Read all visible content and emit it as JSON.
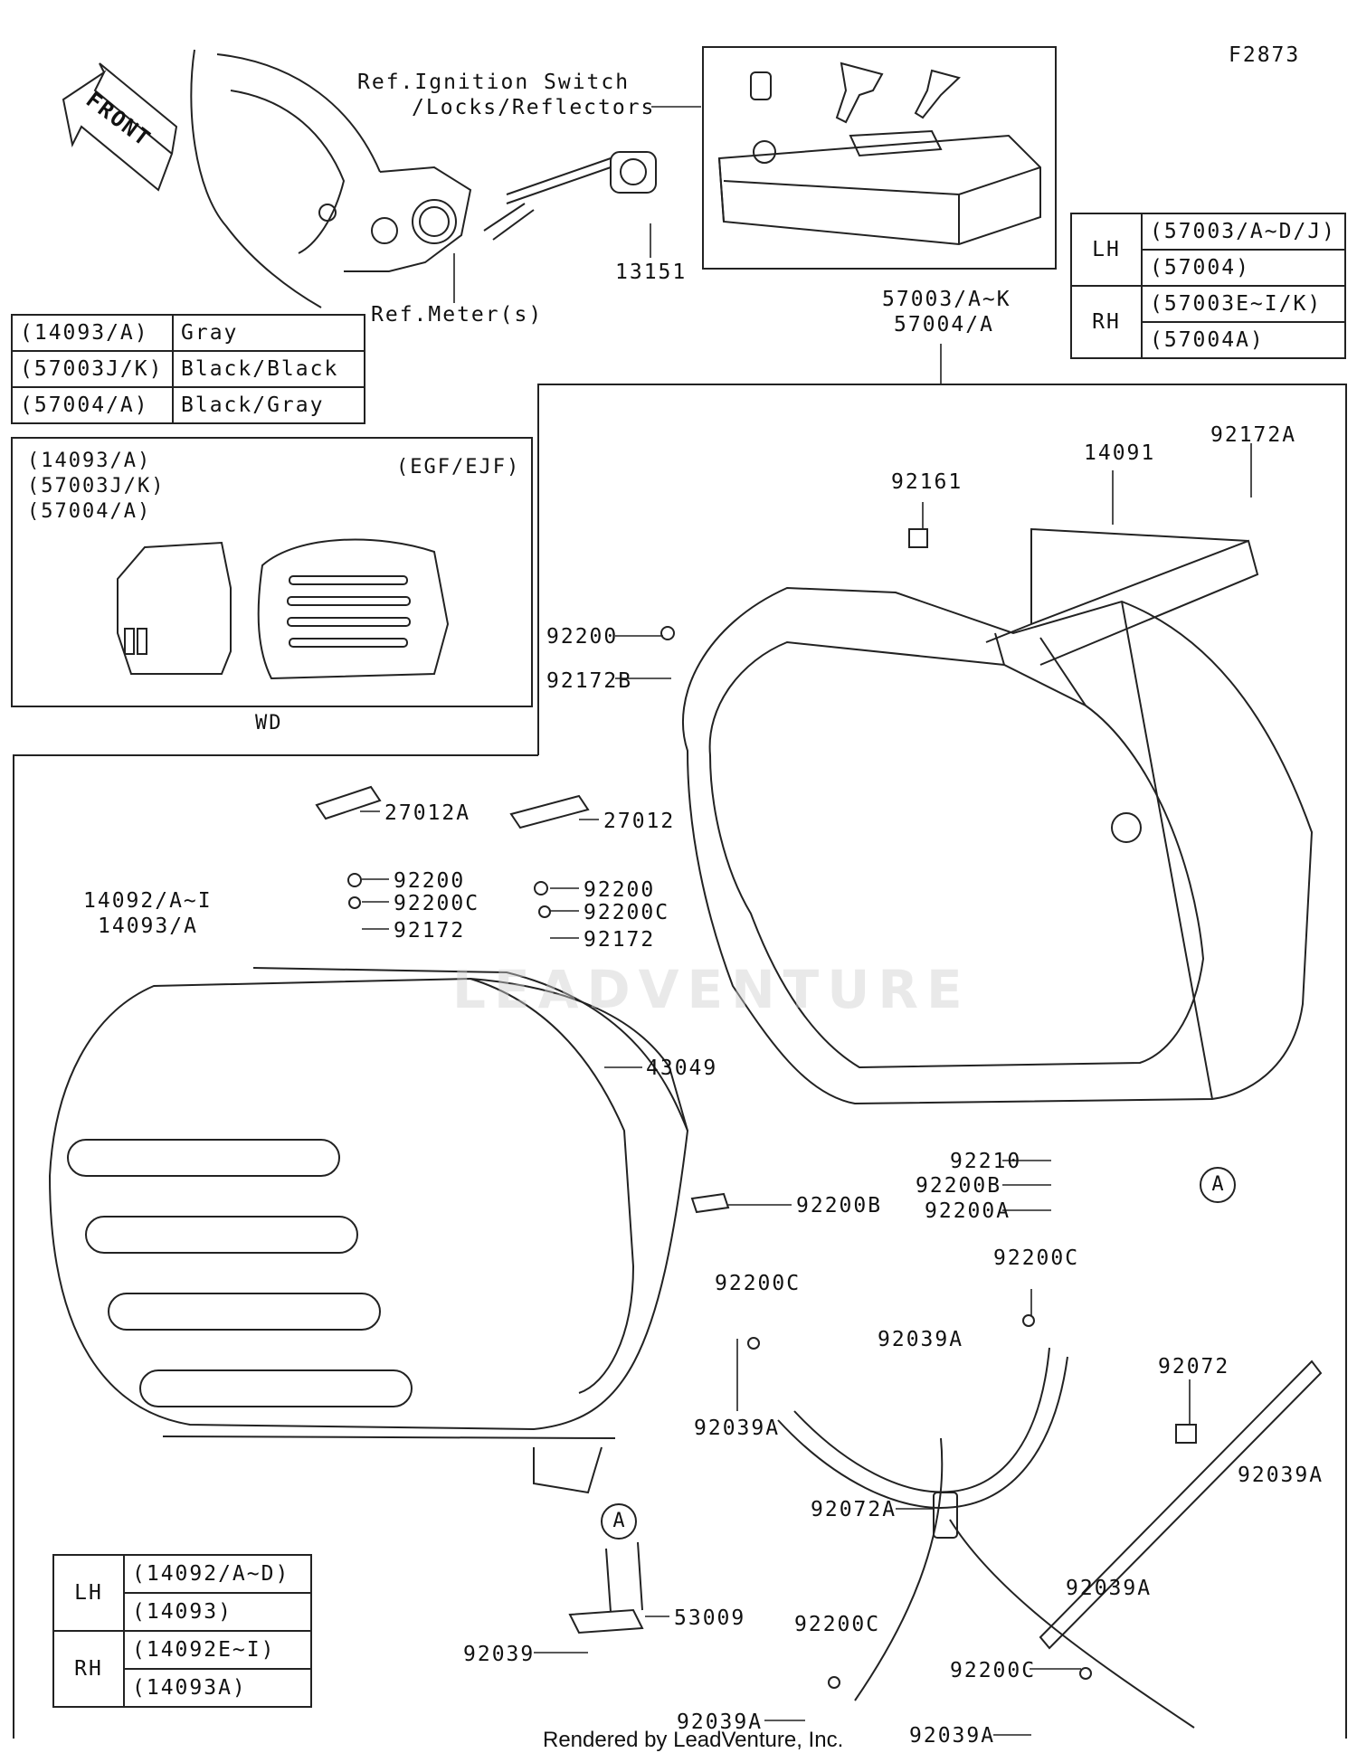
{
  "fig_code": "F2873",
  "footer": "Rendered by LeadVenture, Inc.",
  "watermark": "LEADVENTURE",
  "front_arrow": "FRONT",
  "refs": {
    "ignition": [
      "Ref.Ignition Switch",
      "/Locks/Reflectors"
    ],
    "meter": "Ref.Meter(s)"
  },
  "color_table": [
    {
      "part": "(14093/A)",
      "color": "Gray"
    },
    {
      "part": "(57003J/K)",
      "color": "Black/Black"
    },
    {
      "part": "(57004/A)",
      "color": "Black/Gray"
    }
  ],
  "variant_box": {
    "parts": [
      "(14093/A)",
      "(57003J/K)",
      "(57004/A)"
    ],
    "models": "(EGF/EJF)",
    "caption": "WD"
  },
  "side_table_top": [
    {
      "side": "LH",
      "parts": [
        "(57003/A~D/J)",
        "(57004)"
      ]
    },
    {
      "side": "RH",
      "parts": [
        "(57003E~I/K)",
        "(57004A)"
      ]
    }
  ],
  "side_table_bottom": [
    {
      "side": "LH",
      "parts": [
        "(14092/A~D)",
        "(14093)"
      ]
    },
    {
      "side": "RH",
      "parts": [
        "(14092E~I)",
        "(14093A)"
      ]
    }
  ],
  "callout_A": "A",
  "parts": {
    "p13151": "13151",
    "p57003": "57003/A~K",
    "p57004": "57004/A",
    "p92161": "92161",
    "p14091": "14091",
    "p92172A": "92172A",
    "p92200_top": "92200",
    "p92172B": "92172B",
    "p27012A": "27012A",
    "p27012": "27012",
    "p92200_a": "92200",
    "p92200C_a": "92200C",
    "p92172_a": "92172",
    "p92200_b": "92200",
    "p92200C_b": "92200C",
    "p92172_b": "92172",
    "p14092": "14092/A~I",
    "p14093": "14093/A",
    "p43049": "43049",
    "p92210": "92210",
    "p92200B_r": "92200B",
    "p92200A": "92200A",
    "p92200B_l": "92200B",
    "p92200C_c": "92200C",
    "p92200C_d": "92200C",
    "p92039A_a": "92039A",
    "p92039A_b": "92039A",
    "p92072": "92072",
    "p92039A_c": "92039A",
    "p92072A": "92072A",
    "p92039A_d": "92039A",
    "p53009": "53009",
    "p92039": "92039",
    "p92200C_e": "92200C",
    "p92200C_f": "92200C",
    "p92039A_e": "92039A",
    "p92039A_f": "92039A"
  }
}
